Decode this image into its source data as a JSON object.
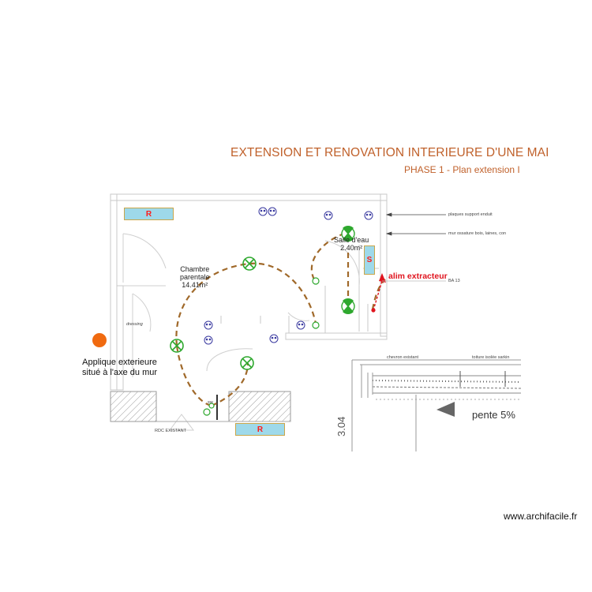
{
  "header": {
    "title": "EXTENSION ET RENOVATION INTERIEURE D'UNE MAI",
    "subtitle": "PHASE 1 - Plan extension I"
  },
  "rooms": {
    "chambre": {
      "line1": "Chambre",
      "line2": "parentale",
      "area": "14.41m²"
    },
    "salle": {
      "line1": "Salle d'eau",
      "area": "2.40m²"
    },
    "dressing": "dressing",
    "rdc": "RDC EXISTANT"
  },
  "radiators": [
    "R",
    "R",
    "S"
  ],
  "annotations": {
    "plaques": "plaques support enduit",
    "mur": "mur ossature bois, laines, con",
    "ba13": "BA 13",
    "chevron": "chevron existant",
    "toiture": "toiture isolée sarkin",
    "alim": "alim extracteur",
    "applique_line1": "Applique exterieure",
    "applique_line2": "situé à l'axe du mur",
    "pente": "pente 5%",
    "dimension": "3.04",
    "sw": "sw"
  },
  "footer": {
    "watermark": "www.archifacile.fr"
  },
  "colors": {
    "title": "#c0612b",
    "circuit": "#a0692a",
    "lamp": "#2ea82e",
    "socket": "#3a3aa0",
    "alert": "#e0141e",
    "applique": "#f06a10",
    "radiator": "#9ed9ea"
  }
}
